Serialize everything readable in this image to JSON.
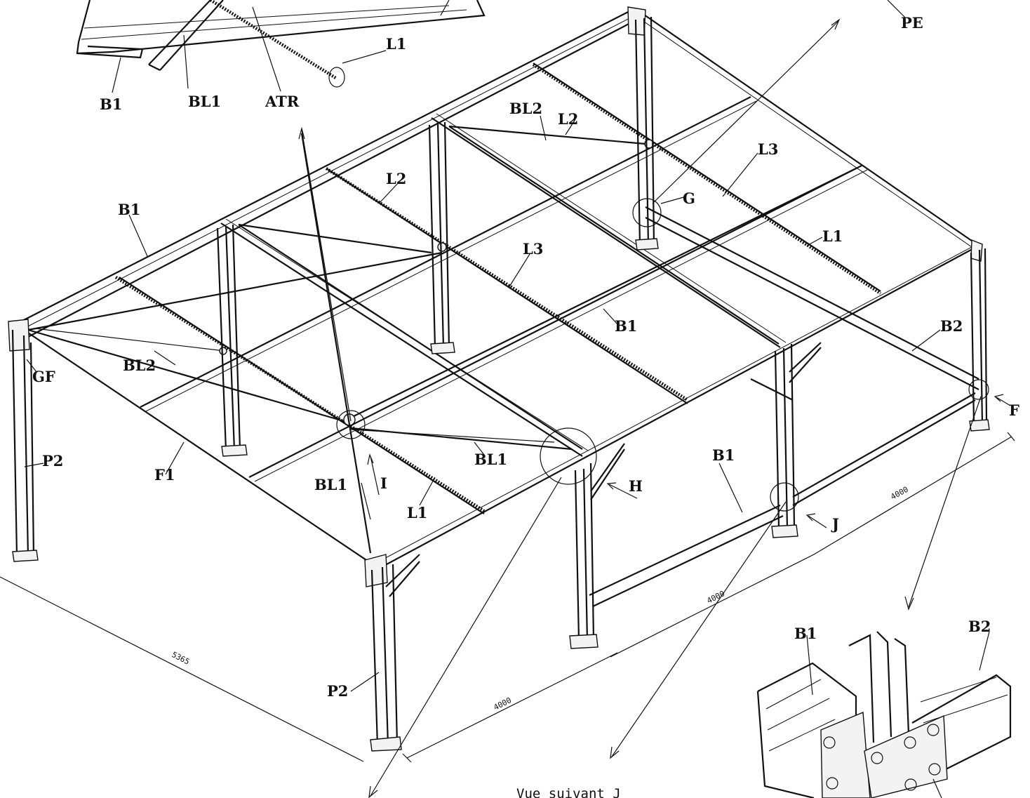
{
  "labels": {
    "b1_inset": "B1",
    "bl1_inset": "BL1",
    "atr": "ATR",
    "l1_inset": "L1",
    "pe": "PE",
    "bl2_right": "BL2",
    "l2_right": "L2",
    "l3_right": "L3",
    "g": "G",
    "l1_right": "L1",
    "l2_left": "L2",
    "b1_left": "B1",
    "l3_mid": "L3",
    "b1_mid": "B1",
    "b2_right": "B2",
    "f_right": "F",
    "gf": "GF",
    "bl2_left": "BL2",
    "p2_left": "P2",
    "f1": "F1",
    "bl1_center": "BL1",
    "i_mid": "I",
    "bl1_left": "BL1",
    "l1_front": "L1",
    "h": "H",
    "b1_front": "B1",
    "j": "J",
    "p2_front": "P2",
    "b1_detail": "B1",
    "b2_detail": "B2"
  },
  "dimensions": {
    "depth": "5365",
    "bay_front": "4000",
    "bay_mid": "4000",
    "bay_back": "4000"
  },
  "caption": "Vue suivant J"
}
